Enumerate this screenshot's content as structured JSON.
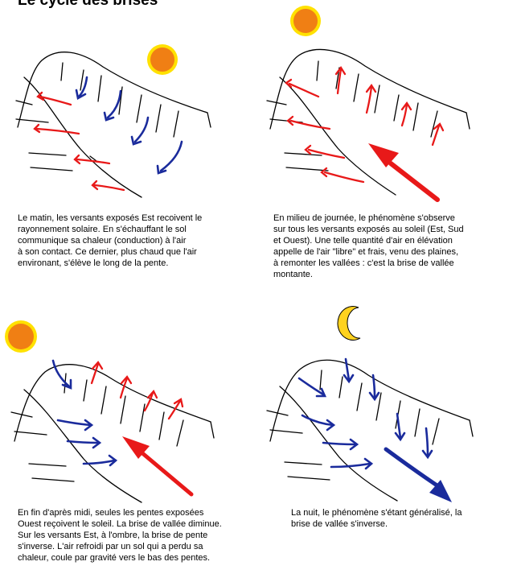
{
  "title": "Le cycle des brises",
  "colors": {
    "warm_arrow": "#e81919",
    "cool_arrow": "#1a2b9c",
    "sun_fill": "#f07f14",
    "sun_ring": "#ffe100",
    "moon_fill": "#ffd21e",
    "line": "#000000"
  },
  "panels": [
    {
      "icon": "sun-icon",
      "caption": "Le matin, les versants exposés Est recoivent le\nrayonnement solaire. En s'échauffant le sol\ncommunique sa chaleur (conduction) à l'air\nà son contact. Ce dernier, plus chaud que l'air\nenvironant, s'élève le long de la pente."
    },
    {
      "icon": "sun-icon",
      "caption": "En milieu de journée, le phénomène s'observe\nsur tous les versants exposés au soleil (Est, Sud\net Ouest). Une telle quantité d'air en élévation\nappelle de l'air \"libre\" et frais, venu des plaines,\nà remonter les vallées : c'est la brise de vallée\nmontante."
    },
    {
      "icon": "sun-icon",
      "caption": "En fin d'après  midi, seules les pentes exposées\nOuest reçoivent le soleil. La brise de vallée diminue.\nSur les versants Est,  à l'ombre, la brise de pente\ns'inverse.  L'air refroidi par un sol qui a perdu sa\nchaleur, coule par gravité vers le bas des pentes."
    },
    {
      "icon": "moon-icon",
      "caption": "La nuit, le phénomène s'étant généralisé, la\nbrise de vallée s'inverse."
    }
  ]
}
